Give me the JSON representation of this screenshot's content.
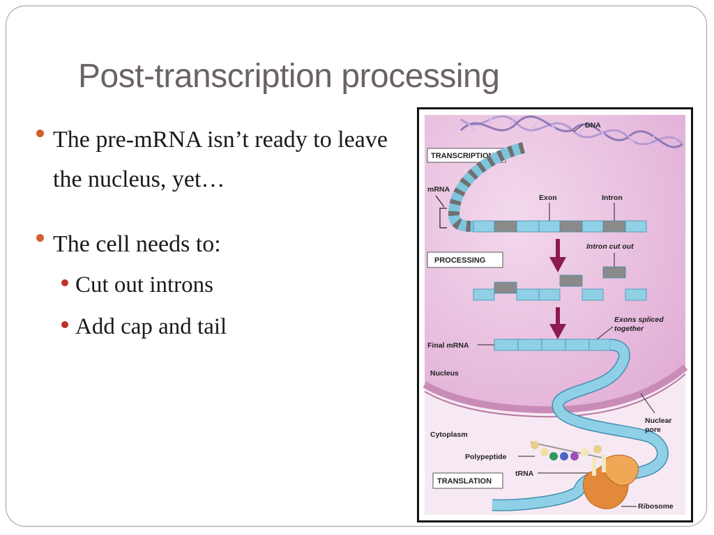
{
  "slide": {
    "title": "Post-transcription processing",
    "bullets": [
      {
        "text": "The pre-mRNA isn’t ready to leave the nucleus, yet…"
      },
      {
        "text": "The cell needs to:"
      }
    ],
    "sub_bullets": [
      {
        "text": "Cut out introns"
      },
      {
        "text": "Add cap and tail"
      }
    ]
  },
  "figure": {
    "labels": {
      "dna": "DNA",
      "transcription": "TRANSCRIPTION",
      "mrna": "mRNA",
      "exon": "Exon",
      "intron": "Intron",
      "processing": "PROCESSING",
      "intron_cut_out": "Intron cut out",
      "exons_spliced_line1": "Exons spliced",
      "exons_spliced_line2": "together",
      "final_mrna": "Final mRNA",
      "nucleus": "Nucleus",
      "nuclear_pore_line1": "Nuclear",
      "nuclear_pore_line2": "pore",
      "cytoplasm": "Cytoplasm",
      "polypeptide": "Polypeptide",
      "trna": "tRNA",
      "translation": "TRANSLATION",
      "ribosome": "Ribosome"
    },
    "colors": {
      "nucleus_fill": "#e9bfe0",
      "cytoplasm_fill": "#f6e6f1",
      "exon": "#8fd0e6",
      "intron": "#8a8a8a",
      "arrow": "#8b1a4f",
      "dna": "#b49ad0",
      "ribosome": "#e38a3a",
      "bullet_dot": "#d35f2f"
    }
  }
}
